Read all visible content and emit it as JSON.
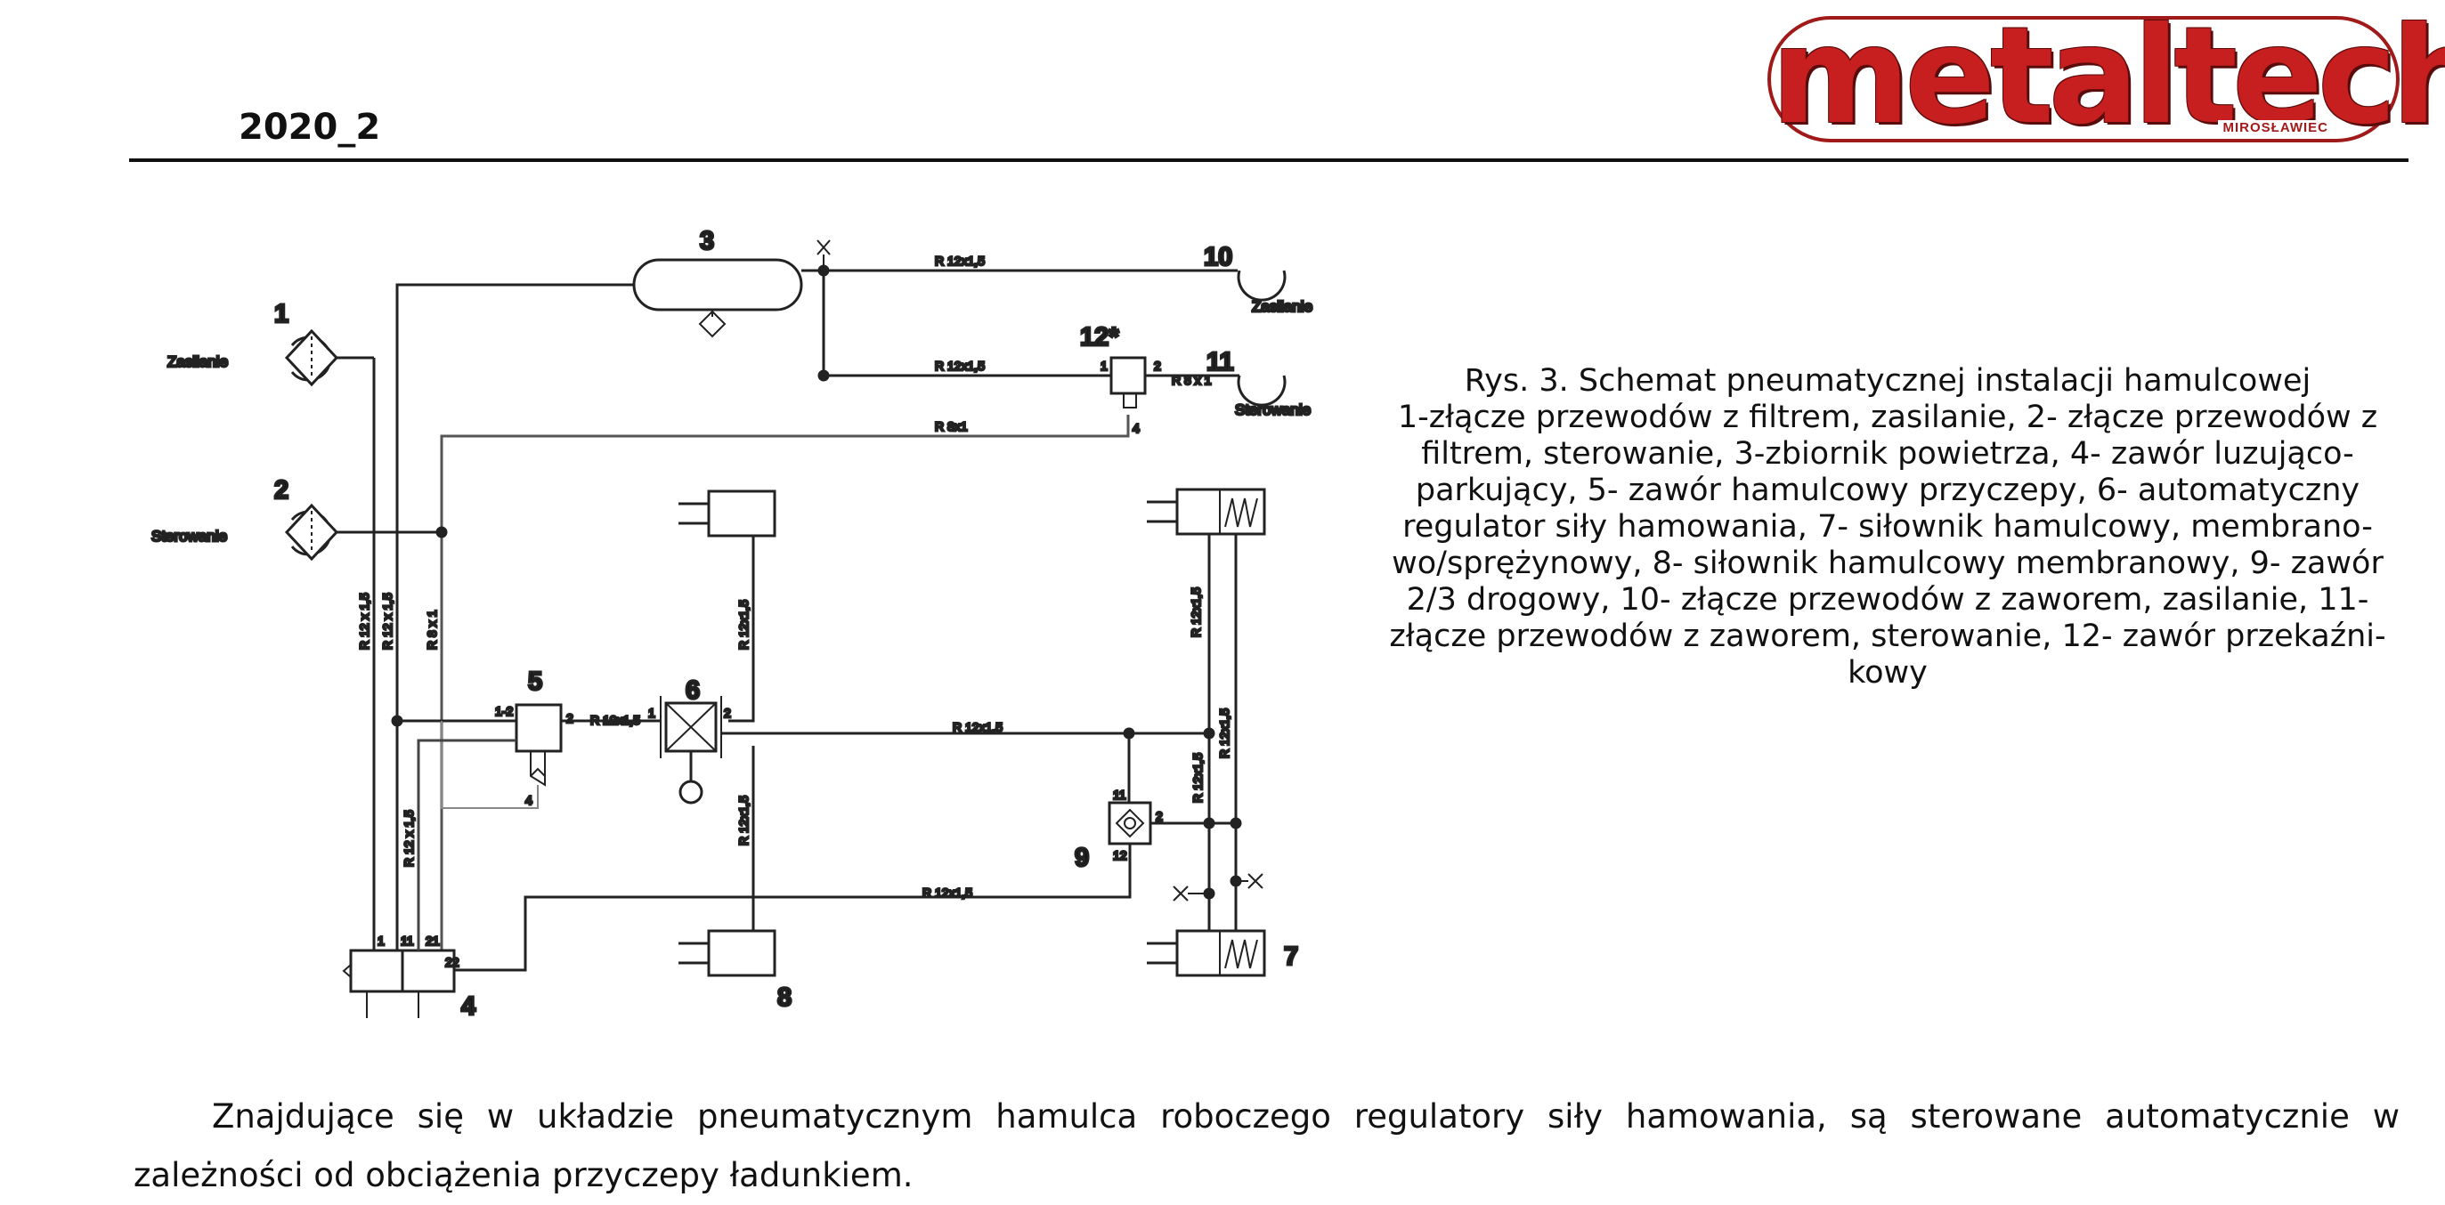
{
  "header": {
    "page_id": "2020_2",
    "logo": {
      "brand": "metaltech",
      "place": "MIROSŁAWIEC",
      "color": "#c71f1f"
    }
  },
  "diagram": {
    "components": {
      "c1": "1",
      "c2": "2",
      "c3": "3",
      "c4": "4",
      "c5": "5",
      "c6": "6",
      "c7": "7",
      "c8": "8",
      "c9": "9",
      "c10": "10",
      "c11": "11",
      "c12": "12*"
    },
    "side_labels": {
      "zasilanie_left": "Zasilanie",
      "sterowanie_left": "Sterowanie",
      "zasilanie_right": "Zasilanie",
      "sterowanie_right": "Sterowanie"
    },
    "pipes": {
      "r12x15": "R 12x1,5",
      "r12x15_spaced": "R 12 x 1,5",
      "r8x1": "R 8x1",
      "r8x1_spaced": "R 8 x 1",
      "r8x1_small": "R 8 x 1"
    },
    "ports": {
      "p1": "1",
      "p2": "2",
      "p4": "4",
      "p11": "11",
      "p12": "12",
      "p12b": "1-2",
      "p21": "21",
      "p22": "22"
    }
  },
  "caption": {
    "line1": "Rys. 3. Schemat pneumatycznej instalacji hamulcowej",
    "line2": "1-złącze przewodów z filtrem, zasilanie, 2- złącze przewodów z",
    "line3": "filtrem, sterowanie, 3-zbiornik powietrza, 4- zawór luzująco-",
    "line4": "parkujący, 5- zawór hamulcowy przyczepy, 6- automatyczny",
    "line5": "regulator siły hamowania, 7- siłownik hamulcowy, membrano-",
    "line6": "wo/sprężynowy, 8- siłownik hamulcowy membranowy, 9- zawór",
    "line7": "2/3 drogowy, 10- złącze przewodów z zaworem, zasilanie, 11-",
    "line8": "złącze przewodów z  zaworem, sterowanie, 12- zawór przekaźni-",
    "line9": "kowy"
  },
  "body": {
    "paragraph": "Znajdujące się w układzie pneumatycznym hamulca roboczego regulatory siły hamowania, są sterowane automatycznie w zależności od obciążenia przyczepy ładunkiem."
  }
}
